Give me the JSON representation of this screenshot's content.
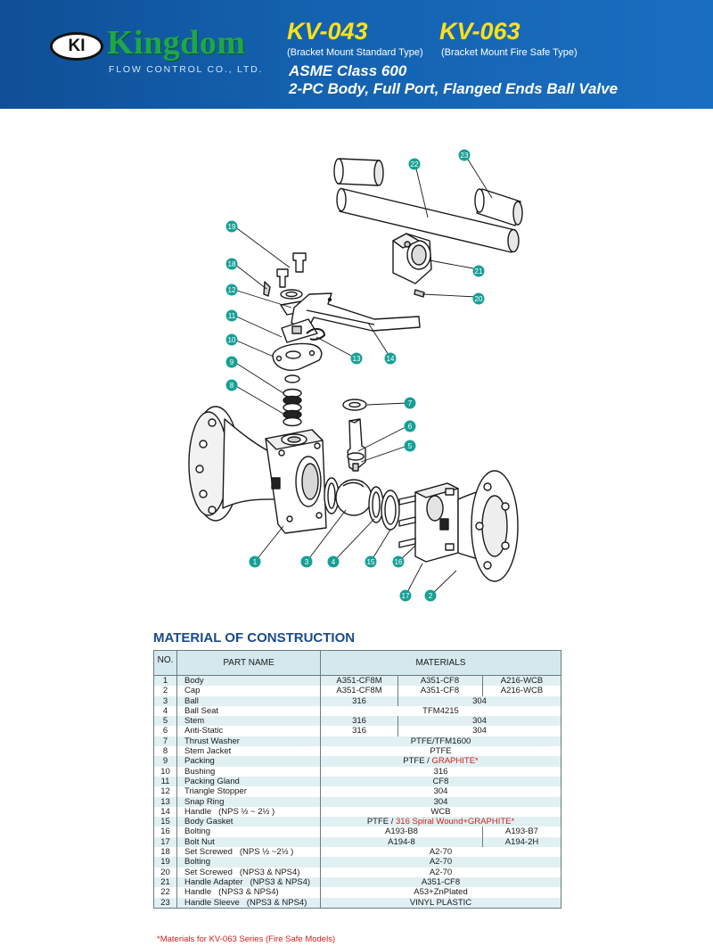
{
  "header": {
    "logo_mark": "KI",
    "brand": "Kingdom",
    "brand_sub": "FLOW CONTROL CO., LTD.",
    "model_a": "KV-043",
    "model_a_note": "(Bracket Mount Standard Type)",
    "model_b": "KV-063",
    "model_b_note": "(Bracket Mount Fire Safe Type)",
    "title_line1": "ASME Class 600",
    "title_line2": "2-PC Body, Full Port, Flanged Ends Ball Valve"
  },
  "colors": {
    "banner": "#1462b0",
    "model": "#ffe11a",
    "callout": "#18a096",
    "table_band": "#e1f0f3",
    "accent_red": "#d0201e"
  },
  "callouts": [
    "1",
    "2",
    "3",
    "4",
    "5",
    "6",
    "7",
    "8",
    "9",
    "10",
    "11",
    "12",
    "13",
    "14",
    "15",
    "16",
    "17",
    "18",
    "19",
    "20",
    "21",
    "22",
    "23"
  ],
  "section_title": "MATERIAL OF CONSTRUCTION",
  "table": {
    "headers": {
      "no": "NO.",
      "name": "PART NAME",
      "materials": "MATERIALS"
    },
    "rows": [
      {
        "no": "1",
        "name": "Body",
        "m1": "A351-CF8M",
        "m2": "A351-CF8",
        "m3": "A216-WCB"
      },
      {
        "no": "2",
        "name": "Cap",
        "m1": "A351-CF8M",
        "m2": "A351-CF8",
        "m3": "A216-WCB"
      },
      {
        "no": "3",
        "name": "Ball",
        "m1": "316",
        "m23": "304"
      },
      {
        "no": "4",
        "name": "Ball Seat",
        "all": "TFM4215"
      },
      {
        "no": "5",
        "name": "Stem",
        "m1": "316",
        "m23": "304"
      },
      {
        "no": "6",
        "name": "Anti-Static",
        "m1": "316",
        "m23": "304"
      },
      {
        "no": "7",
        "name": "Thrust Washer",
        "all": "PTFE/TFM1600"
      },
      {
        "no": "8",
        "name": "Stem Jacket",
        "all": "PTFE"
      },
      {
        "no": "9",
        "name": "Packing",
        "all_a": "PTFE / ",
        "all_b": "GRAPHITE*"
      },
      {
        "no": "10",
        "name": "Bushing",
        "all": "316"
      },
      {
        "no": "11",
        "name": "Packing Gland",
        "all": "CF8"
      },
      {
        "no": "12",
        "name": "Triangle Stopper",
        "all": "304"
      },
      {
        "no": "13",
        "name": "Snap Ring",
        "all": "304"
      },
      {
        "no": "14",
        "name": "Handle",
        "name_note": "(NPS ½ ~ 2½ )",
        "all": "WCB"
      },
      {
        "no": "15",
        "name": "Body Gasket",
        "all_a": "PTFE / ",
        "all_b": "316 Spiral Wound+GRAPHITE*"
      },
      {
        "no": "16",
        "name": "Bolting",
        "m12": "A193-B8",
        "m3": "A193-B7"
      },
      {
        "no": "17",
        "name": "Bolt Nut",
        "m12": "A194-8",
        "m3": "A194-2H"
      },
      {
        "no": "18",
        "name": "Set Screwed",
        "name_note": "(NPS ½ ~2½ )",
        "all": "A2-70"
      },
      {
        "no": "19",
        "name": "Bolting",
        "all": "A2-70"
      },
      {
        "no": "20",
        "name": "Set Screwed",
        "name_note": "(NPS3 & NPS4)",
        "all": "A2-70"
      },
      {
        "no": "21",
        "name": "Handle Adapter",
        "name_note": "(NPS3 & NPS4)",
        "all": "A351-CF8"
      },
      {
        "no": "22",
        "name": "Handle",
        "name_note": "(NPS3 & NPS4)",
        "all": "A53+ZnPlated"
      },
      {
        "no": "23",
        "name": "Handle Sleeve",
        "name_note": "(NPS3 & NPS4)",
        "all": "VINYL PLASTIC"
      }
    ]
  },
  "footnote": "*Materials for KV-063 Series (Fire Safe Models)"
}
